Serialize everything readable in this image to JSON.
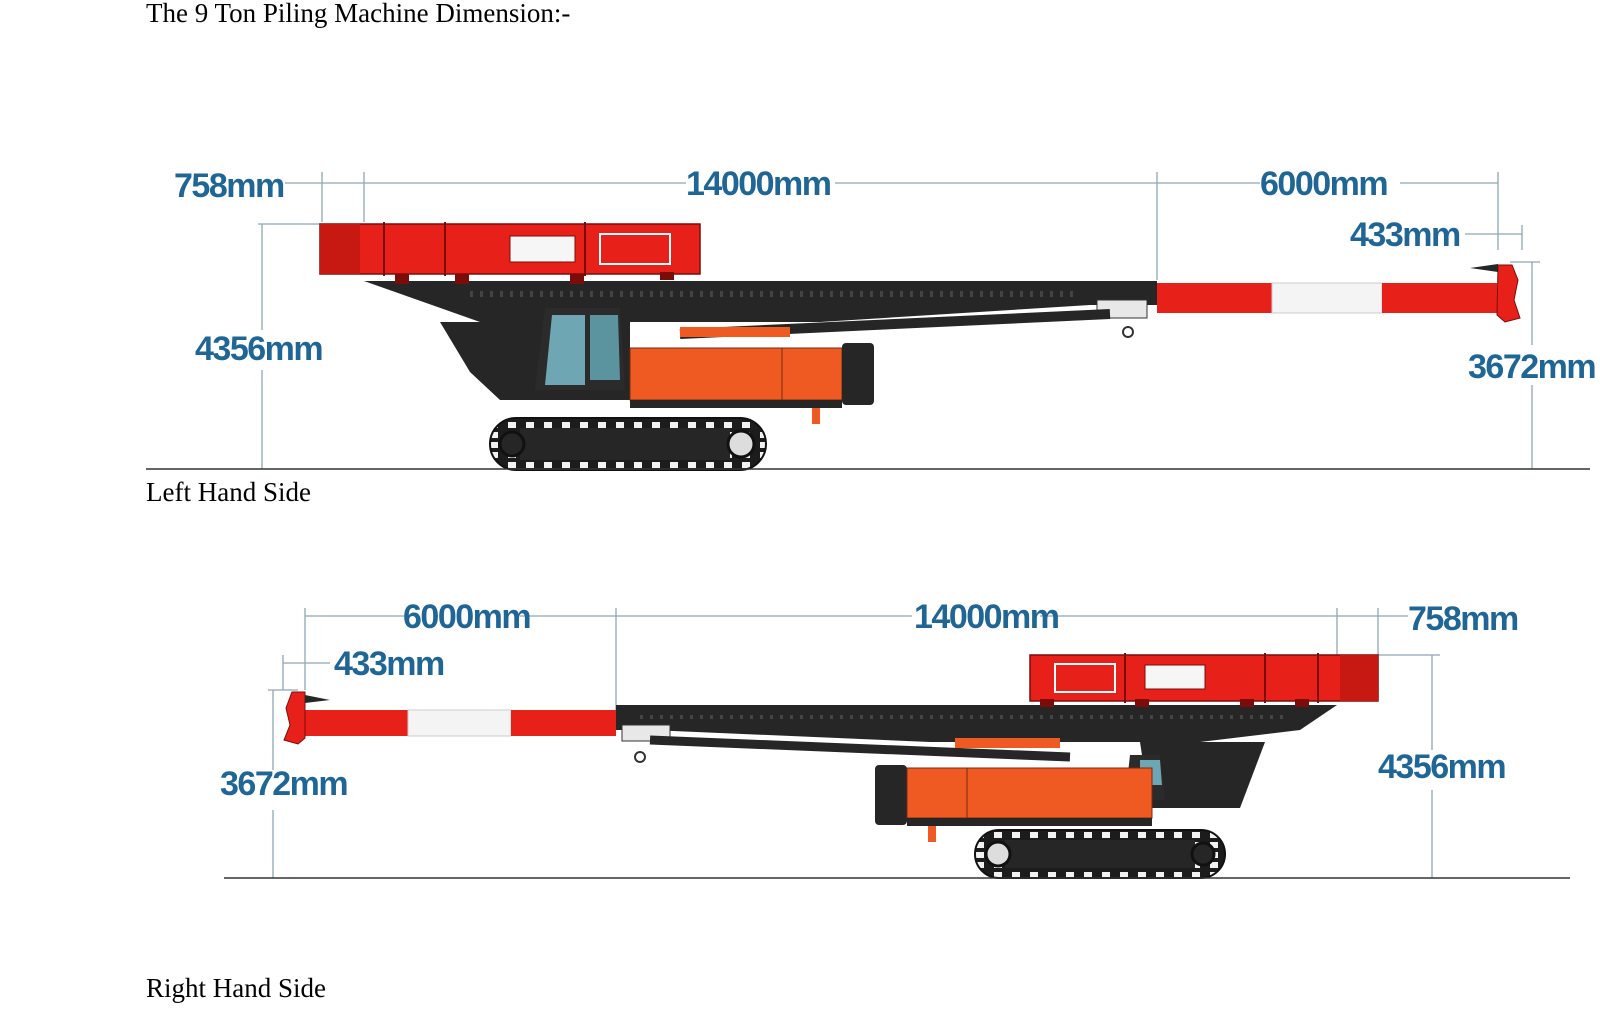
{
  "document": {
    "title": "The 9 Ton Piling Machine Dimension:-",
    "captions": {
      "left": "Left Hand Side",
      "right": "Right Hand Side"
    }
  },
  "views": {
    "left": {
      "overhang": "758mm",
      "mast_length": "14000mm",
      "extension_length": "6000mm",
      "tip_length": "433mm",
      "rear_height": "4356mm",
      "tip_height": "3672mm"
    },
    "right": {
      "overhang": "758mm",
      "mast_length": "14000mm",
      "extension_length": "6000mm",
      "tip_length": "433mm",
      "rear_height": "4356mm",
      "tip_height": "3672mm"
    }
  },
  "colors": {
    "dimension_text": "#1f6696",
    "dimension_line": "#8fa8b5",
    "mast_red": "#e8201a",
    "body_orange": "#ee5a22",
    "frame_black": "#262626"
  }
}
